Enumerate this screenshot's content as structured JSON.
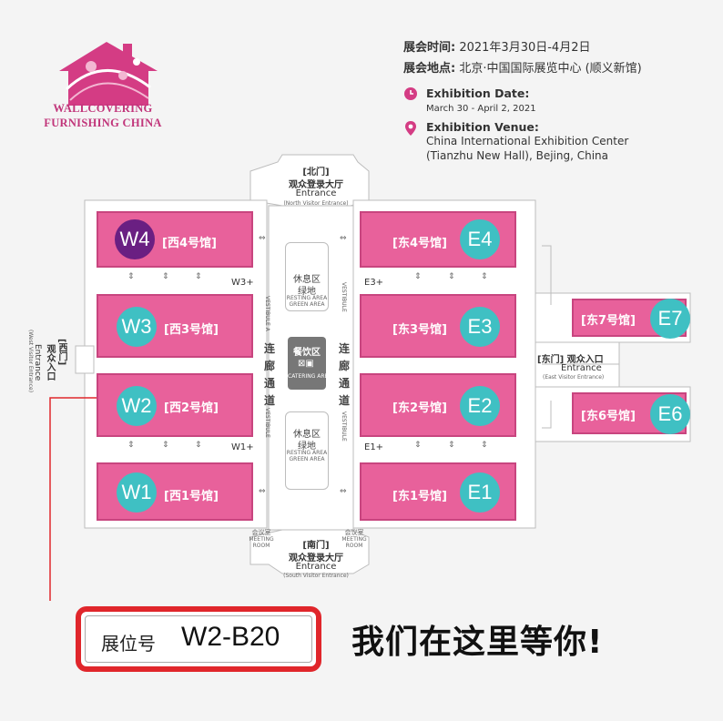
{
  "logo": {
    "line1": "WALLCOVERING",
    "line2": "FURNISHING CHINA"
  },
  "info": {
    "date_cn_label": "展会时间:",
    "date_cn_value": "2021年3月30日-4月2日",
    "venue_cn_label": "展会地点:",
    "venue_cn_value": "北京·中国国际展览中心 (顺义新馆)",
    "date_en_label": "Exhibition Date:",
    "date_en_value": "March 30 - April 2, 2021",
    "venue_en_label": "Exhibition Venue:",
    "venue_en_line1": "China International Exhibition Center",
    "venue_en_line2": "(Tianzhu New Hall), Bejing, China"
  },
  "map": {
    "north": {
      "cn": "[北门]",
      "cn2": "观众登录大厅",
      "en": "Entrance",
      "en_small": "(North Visitor Entrance)"
    },
    "south": {
      "cn": "[南门]",
      "cn2": "观众登录大厅",
      "en": "Entrance",
      "en_small": "(South Visitor Entrance)"
    },
    "west": {
      "cn": "[西门]",
      "cn2": "观众入口",
      "en": "Entrance",
      "en_small": "(West Visitor Entrance)"
    },
    "east": {
      "cn": "[东门] 观众入口",
      "en": "Entrance",
      "en_small": "(East Visitor Entrance)"
    },
    "halls": {
      "w4": {
        "badge": "W4",
        "label": "[西4号馆]"
      },
      "w3": {
        "badge": "W3",
        "label": "[西3号馆]"
      },
      "w2": {
        "badge": "W2",
        "label": "[西2号馆]"
      },
      "w1": {
        "badge": "W1",
        "label": "[西1号馆]"
      },
      "e4": {
        "badge": "E4",
        "label": "[东4号馆]"
      },
      "e3": {
        "badge": "E3",
        "label": "[东3号馆]"
      },
      "e2": {
        "badge": "E2",
        "label": "[东2号馆]"
      },
      "e1": {
        "badge": "E1",
        "label": "[东1号馆]"
      },
      "e7": {
        "badge": "E7",
        "label": "[东7号馆]"
      },
      "e6": {
        "badge": "E6",
        "label": "[东6号馆]"
      }
    },
    "w3plus": "W3+",
    "w1plus": "W1+",
    "e3plus": "E3+",
    "e1plus": "E1+",
    "vestibule": "VESTIBULE",
    "vestibule_a": "VESTIBULE A",
    "rest_cn": "休息区",
    "green_cn": "绿地",
    "rest_en": "RESTING AREA",
    "green_en": "GREEN AREA",
    "corridor_cn": [
      "连",
      "廊",
      "通",
      "道"
    ],
    "catering_cn": "餐饮区",
    "catering_en": "CATERING AREA",
    "meeting_cn": "会议室",
    "meeting_en1": "MEETING",
    "meeting_en2": "ROOM"
  },
  "booth": {
    "label": "展位号",
    "number": "W2-B20"
  },
  "slogan": "我们在这里等你!",
  "colors": {
    "hall_pink": "#e8619b",
    "teal": "#3fc0c3",
    "purple": "#6a1f82",
    "booth_red": "#e0262b",
    "logo": "#c1357a"
  }
}
